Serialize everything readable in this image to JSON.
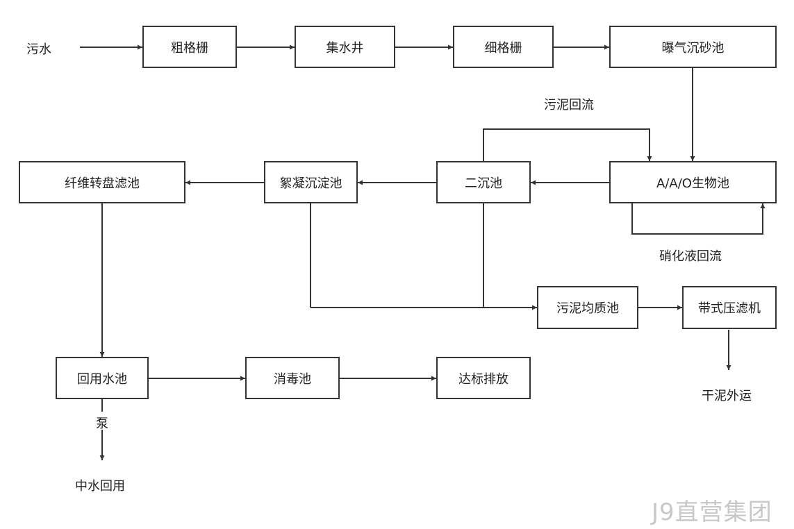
{
  "nodes": {
    "coarse_screen": "粗格栅",
    "collection_well": "集水井",
    "fine_screen": "细格栅",
    "aerated_grit": "曝气沉砂池",
    "aao": "A/A/O生物池",
    "secondary_clarifier": "二沉池",
    "flocculation": "絮凝沉淀池",
    "fiber_disc": "纤维转盘滤池",
    "sludge_homogenizer": "污泥均质池",
    "belt_press": "带式压滤机",
    "reuse_pool": "回用水池",
    "disinfection": "消毒池",
    "discharge": "达标排放"
  },
  "labels": {
    "sewage_in": "污水",
    "sludge_return": "污泥回流",
    "nitrate_return": "硝化液回流",
    "dry_sludge": "干泥外运",
    "pump": "泵",
    "reclaimed_water": "中水回用"
  },
  "watermark": "J9直营集团",
  "colors": {
    "line": "#333333",
    "text": "#222222",
    "watermark": "#c8c8c8"
  }
}
